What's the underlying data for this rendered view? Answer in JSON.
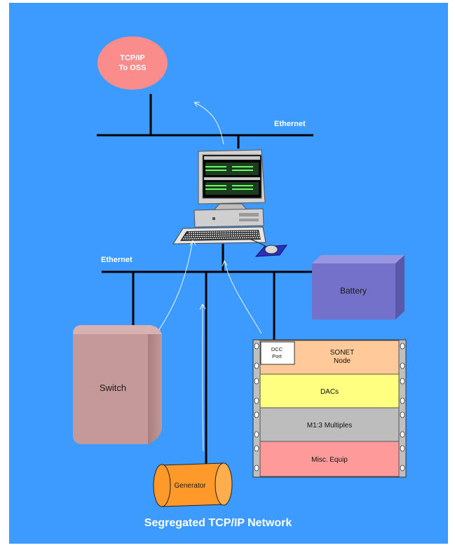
{
  "title": "Segregated TCP/IP Network",
  "nodes": {
    "oss": {
      "line1": "TCP/IP",
      "line2": "To OSS"
    },
    "ethernet_top": "Ethernet",
    "ethernet_bottom": "Ethernet",
    "battery": "Battery",
    "switch": "Switch",
    "generator": "Generator",
    "dcc_port": {
      "line1": "DCC",
      "line2": "Port"
    },
    "rack": [
      {
        "line1": "SONET",
        "line2": "Node"
      },
      {
        "line1": "DACs",
        "line2": ""
      },
      {
        "line1": "M1:3 Multiples",
        "line2": ""
      },
      {
        "line1": "Misc. Equip",
        "line2": ""
      }
    ]
  },
  "colors": {
    "background": "#3d9bff",
    "oss_ellipse": "#fa8c8c",
    "battery": "#7371c9",
    "switch": "#c5999a",
    "generator": "#ff9a2a",
    "sonet_node": "#ffc99a",
    "dacs": "#ffff80",
    "multiples": "#bdbdbd",
    "misc_equip": "#ff9a9a"
  }
}
